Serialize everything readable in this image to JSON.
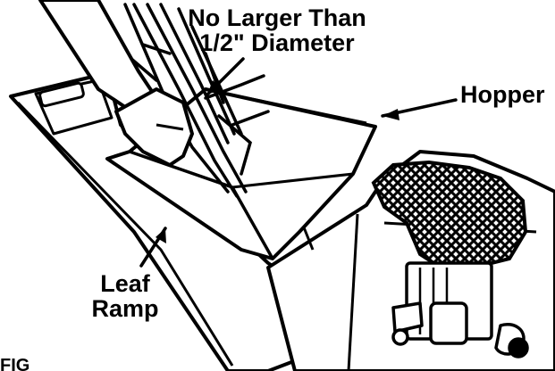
{
  "labels": {
    "size_limit_line1": "No Larger Than",
    "size_limit_line2": "1/2\" Diameter",
    "hopper": "Hopper",
    "leaf_ramp_line1": "Leaf",
    "leaf_ramp_line2": "Ramp",
    "figure_caption_fragment": "FIG"
  },
  "colors": {
    "ink": "#000000",
    "paper": "#ffffff"
  }
}
